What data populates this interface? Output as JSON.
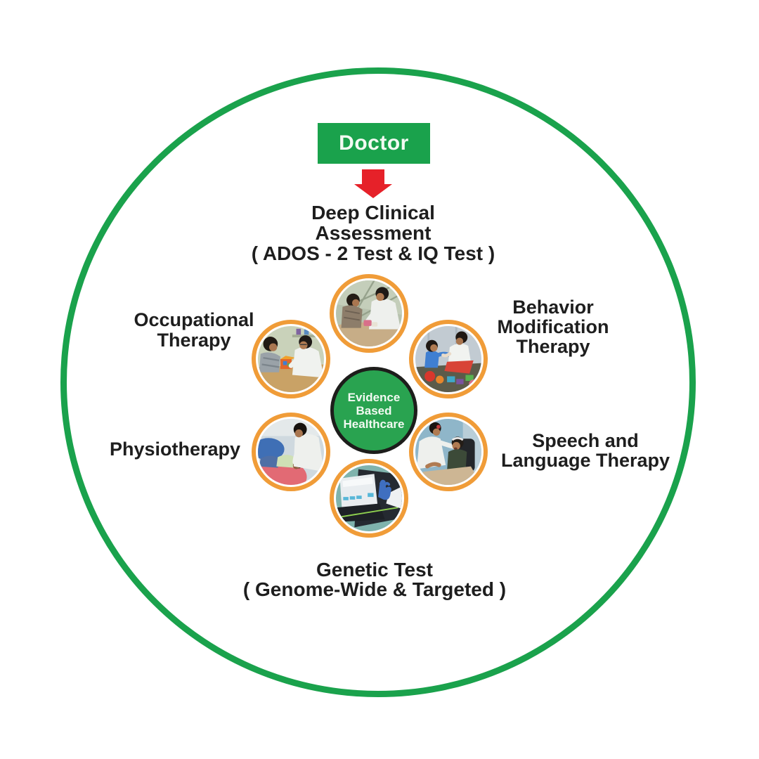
{
  "diagram": {
    "title_box": {
      "label": "Doctor"
    },
    "assessment": {
      "line1": "Deep Clinical",
      "line2": "Assessment",
      "line3": "( ADOS - 2 Test & IQ Test )"
    },
    "center_circle": {
      "line1": "Evidence",
      "line2": "Based",
      "line3": "Healthcare"
    },
    "therapy_labels": {
      "occupational": {
        "line1": "Occupational",
        "line2": "Therapy"
      },
      "behavior": {
        "line1": "Behavior",
        "line2": "Modification",
        "line3": "Therapy"
      },
      "physiotherapy": {
        "line1": "Physiotherapy"
      },
      "speech": {
        "line1": "Speech and",
        "line2": "Language Therapy"
      },
      "genetic": {
        "line1": "Genetic Test",
        "line2": "( Genome-Wide & Targeted )"
      }
    },
    "photos": [
      {
        "id": "assessment-photo",
        "name": "doctor-assessing-child-at-table"
      },
      {
        "id": "occupational-photo",
        "name": "child-with-blocks-and-therapist"
      },
      {
        "id": "behavior-photo",
        "name": "therapist-playing-with-toddler-toys"
      },
      {
        "id": "physiotherapy-photo",
        "name": "child-on-exercise-ball-with-physiotherapist"
      },
      {
        "id": "speech-photo",
        "name": "therapist-examining-child-mouth"
      },
      {
        "id": "genetic-photo",
        "name": "lab-sequencing-machine-with-gloved-hand"
      }
    ]
  },
  "colors": {
    "green": "#1aa24c",
    "center-green": "#29a350",
    "orange": "#f09c38",
    "red": "#e62129",
    "text": "#1e1e1e",
    "dark": "#1d1d1b"
  }
}
